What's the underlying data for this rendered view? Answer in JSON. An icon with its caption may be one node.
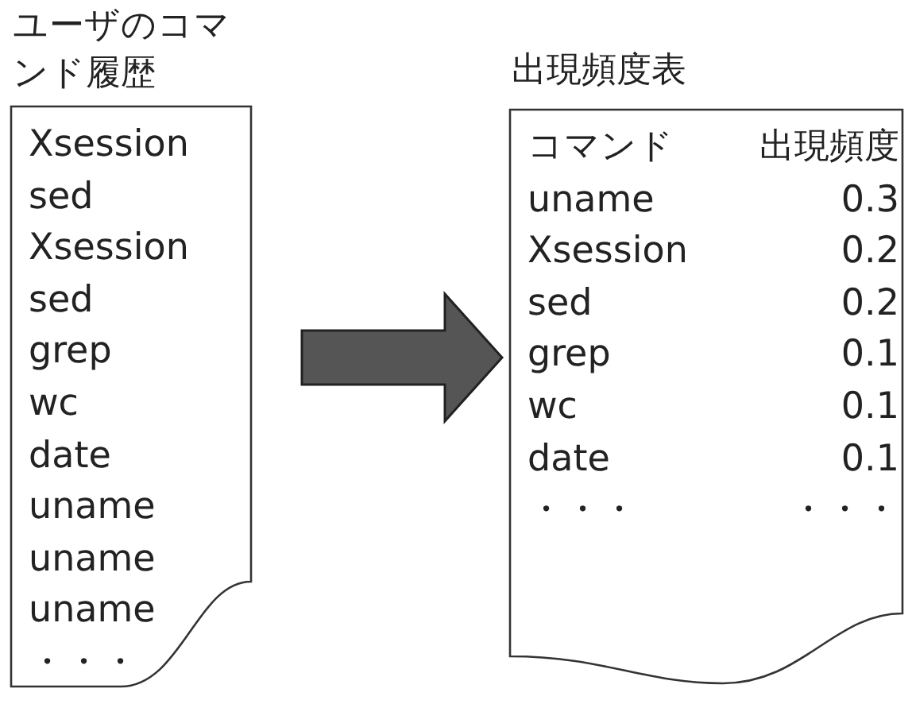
{
  "diagram": {
    "nodes": [
      {
        "text": [
          "ユーザのコマンド履歴",
          "Xsession",
          "sed",
          "Xsession",
          "sed",
          "grep",
          "wc",
          "date",
          "uname",
          "uname",
          "uname",
          "・・・"
        ]
      },
      {
        "text": [
          "出現頻度表",
          "コマンド",
          "出現頻度",
          "uname",
          "0.3",
          "Xsession",
          "0.2",
          "sed",
          "0.2",
          "grep",
          "0.1",
          "wc",
          "0.1",
          "date",
          "0.1",
          "・・・",
          "・・・"
        ]
      }
    ],
    "edges": [
      {
        "from": 0,
        "to": 1,
        "arrow": "to"
      }
    ]
  }
}
